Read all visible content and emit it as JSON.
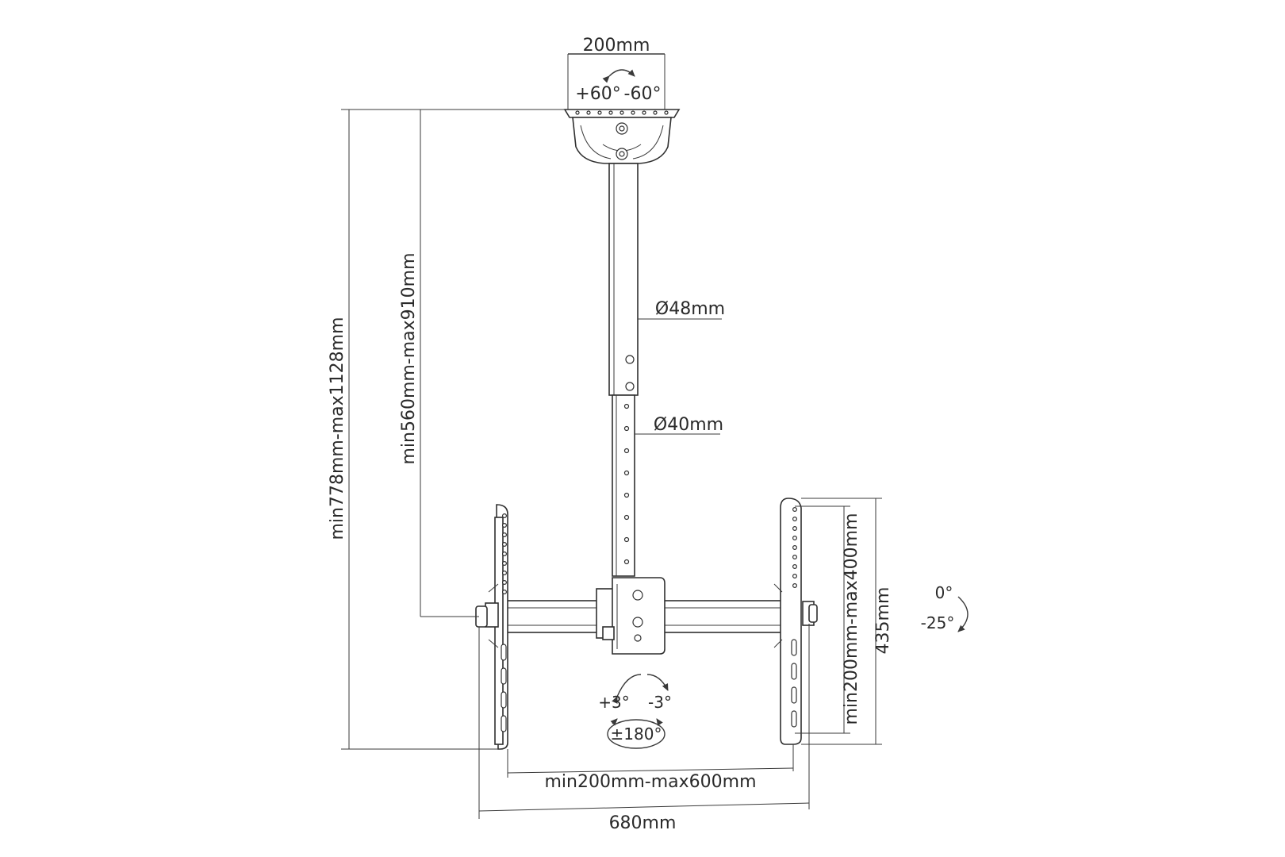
{
  "dimensions": {
    "top_plate_width": "200mm",
    "top_rotation_plus": "+60°",
    "top_rotation_minus": "-60°",
    "pole_outer_diameter": "Ø48mm",
    "pole_inner_diameter": "Ø40mm",
    "total_height": "min778mm-max1128mm",
    "pole_height": "min560mm-max910mm",
    "vertical_hole_range": "min200mm-max400mm",
    "bracket_height": "435mm",
    "tilt_up": "0°",
    "tilt_down": "-25°",
    "swivel_plus": "+3°",
    "swivel_minus": "-3°",
    "rotation": "±180°",
    "horizontal_hole_range": "min200mm-max600mm",
    "overall_width": "680mm"
  }
}
